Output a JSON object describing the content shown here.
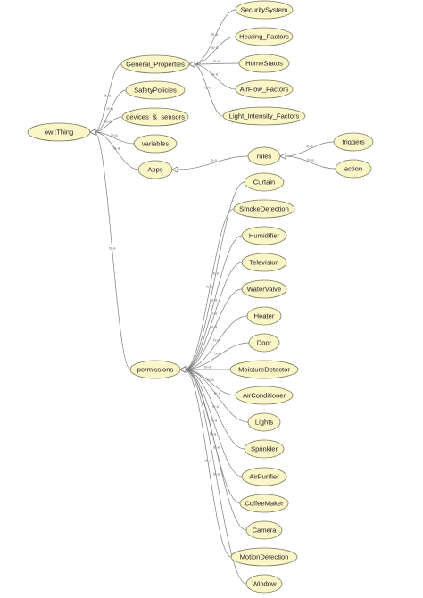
{
  "diagram": {
    "edge_label": "is-a",
    "nodes": [
      {
        "id": "owl_thing",
        "label": "owl:Thing"
      },
      {
        "id": "general_properties",
        "label": "General_Properties"
      },
      {
        "id": "security_system",
        "label": "SecuritySystem"
      },
      {
        "id": "heating_factors",
        "label": "Heating_Factors"
      },
      {
        "id": "home_status",
        "label": "HomeStatus"
      },
      {
        "id": "airflow_factors",
        "label": "AirFlow_Factors"
      },
      {
        "id": "light_intensity_factors",
        "label": "Light_Intensity_Factors"
      },
      {
        "id": "safety_policies",
        "label": "SafetyPolicies"
      },
      {
        "id": "devices_sensors",
        "label": "devices_&_sensors"
      },
      {
        "id": "variables",
        "label": "variables"
      },
      {
        "id": "apps",
        "label": "Apps"
      },
      {
        "id": "rules",
        "label": "rules"
      },
      {
        "id": "triggers",
        "label": "triggers"
      },
      {
        "id": "action",
        "label": "action"
      },
      {
        "id": "permissions",
        "label": "permissions"
      },
      {
        "id": "curtain",
        "label": "Curtain"
      },
      {
        "id": "smoke_detection",
        "label": "SmokeDetection"
      },
      {
        "id": "humidifier",
        "label": "Humidifier"
      },
      {
        "id": "television",
        "label": "Television"
      },
      {
        "id": "water_valve",
        "label": "WaterValve"
      },
      {
        "id": "heater",
        "label": "Heater"
      },
      {
        "id": "door",
        "label": "Door"
      },
      {
        "id": "moisture_detector",
        "label": "MoistureDetector"
      },
      {
        "id": "air_conditioner",
        "label": "AirConditioner"
      },
      {
        "id": "lights",
        "label": "Lights"
      },
      {
        "id": "sprinkler",
        "label": "Sprinkler"
      },
      {
        "id": "air_purifier",
        "label": "AirPurifier"
      },
      {
        "id": "coffee_maker",
        "label": "CoffeeMaker"
      },
      {
        "id": "camera",
        "label": "Camera"
      },
      {
        "id": "motion_detection",
        "label": "MotionDetection"
      },
      {
        "id": "window",
        "label": "Window"
      }
    ],
    "edges": [
      {
        "child": "general_properties",
        "parent": "owl_thing"
      },
      {
        "child": "safety_policies",
        "parent": "owl_thing"
      },
      {
        "child": "devices_sensors",
        "parent": "owl_thing"
      },
      {
        "child": "variables",
        "parent": "owl_thing"
      },
      {
        "child": "apps",
        "parent": "owl_thing"
      },
      {
        "child": "permissions",
        "parent": "owl_thing"
      },
      {
        "child": "security_system",
        "parent": "general_properties"
      },
      {
        "child": "heating_factors",
        "parent": "general_properties"
      },
      {
        "child": "home_status",
        "parent": "general_properties"
      },
      {
        "child": "airflow_factors",
        "parent": "general_properties"
      },
      {
        "child": "light_intensity_factors",
        "parent": "general_properties"
      },
      {
        "child": "rules",
        "parent": "apps"
      },
      {
        "child": "triggers",
        "parent": "rules"
      },
      {
        "child": "action",
        "parent": "rules"
      },
      {
        "child": "curtain",
        "parent": "permissions"
      },
      {
        "child": "smoke_detection",
        "parent": "permissions"
      },
      {
        "child": "humidifier",
        "parent": "permissions"
      },
      {
        "child": "television",
        "parent": "permissions"
      },
      {
        "child": "water_valve",
        "parent": "permissions"
      },
      {
        "child": "heater",
        "parent": "permissions"
      },
      {
        "child": "door",
        "parent": "permissions"
      },
      {
        "child": "moisture_detector",
        "parent": "permissions"
      },
      {
        "child": "air_conditioner",
        "parent": "permissions"
      },
      {
        "child": "lights",
        "parent": "permissions"
      },
      {
        "child": "sprinkler",
        "parent": "permissions"
      },
      {
        "child": "air_purifier",
        "parent": "permissions"
      },
      {
        "child": "coffee_maker",
        "parent": "permissions"
      },
      {
        "child": "camera",
        "parent": "permissions"
      },
      {
        "child": "motion_detection",
        "parent": "permissions"
      },
      {
        "child": "window",
        "parent": "permissions"
      }
    ]
  }
}
